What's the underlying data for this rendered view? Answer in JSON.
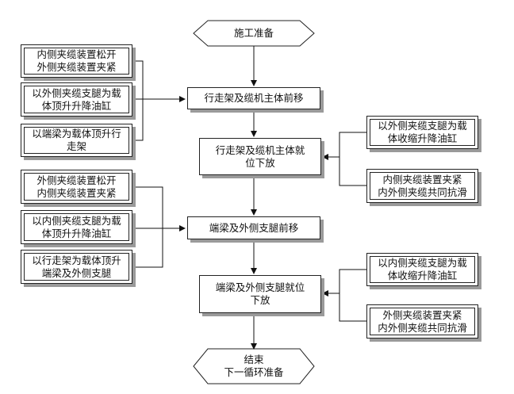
{
  "start": "施工准备",
  "end": "结束\n下一循环准备",
  "main_steps": [
    "行走架及缆机主体前移",
    "行走架及缆机主体就\n位下放",
    "端梁及外侧支腿前移",
    "端梁及外侧支腿就位\n下放"
  ],
  "left_group_1": [
    "内侧夹缆装置松开\n外侧夹缆装置夹紧",
    "以外侧夹缆支腿为载\n体顶升升降油缸",
    "以端梁为载体顶升行\n走架"
  ],
  "left_group_2": [
    "外侧夹缆装置松开\n内侧夹缆装置夹紧",
    "以内侧夹缆支腿为载\n体顶升升降油缸",
    "以行走架为载体顶升\n端梁及外侧支腿"
  ],
  "right_group_1": [
    "以外侧夹缆支腿为载\n体收缩升降油缸",
    "内侧夹缆装置夹紧\n内外侧夹缆共同抗滑"
  ],
  "right_group_2": [
    "以内侧夹缆支腿为载\n体收缩升降油缸",
    "外侧夹缆装置夹紧\n内外侧夹缆共同抗滑"
  ]
}
